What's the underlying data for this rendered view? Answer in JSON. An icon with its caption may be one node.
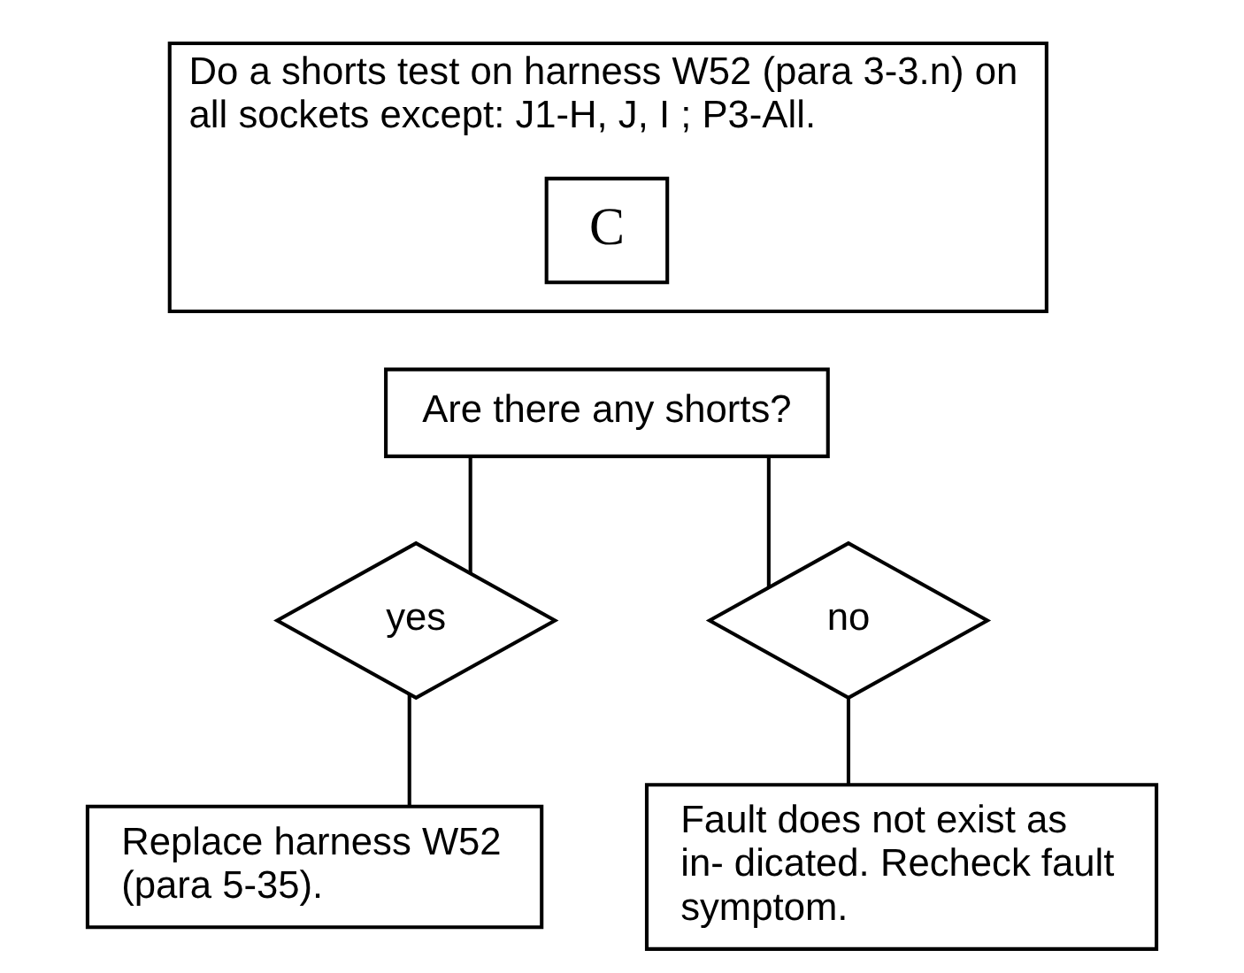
{
  "diagram": {
    "nodes": [
      {
        "text": [
          "Do a shorts test on harness W52 (para 3-3.n) on all sockets except: J1-H, J, I ; P3-All."
        ]
      },
      {
        "text": [
          "C"
        ],
        "in": 0
      },
      {
        "text": [
          "Are there any shorts?"
        ]
      },
      {
        "text": [
          "yes"
        ]
      },
      {
        "text": [
          "no"
        ]
      },
      {
        "text": [
          "Replace harness W52 (para 5-35)."
        ]
      },
      {
        "text": [
          "Fault does not exist as in- dicated. Recheck fault symptom."
        ]
      }
    ],
    "edges": [
      {
        "from": 2,
        "to": 3,
        "arrow": "none"
      },
      {
        "from": 2,
        "to": 4,
        "arrow": "none"
      },
      {
        "from": 3,
        "to": 5,
        "arrow": "none"
      },
      {
        "from": 4,
        "to": 6,
        "arrow": "none"
      }
    ]
  }
}
